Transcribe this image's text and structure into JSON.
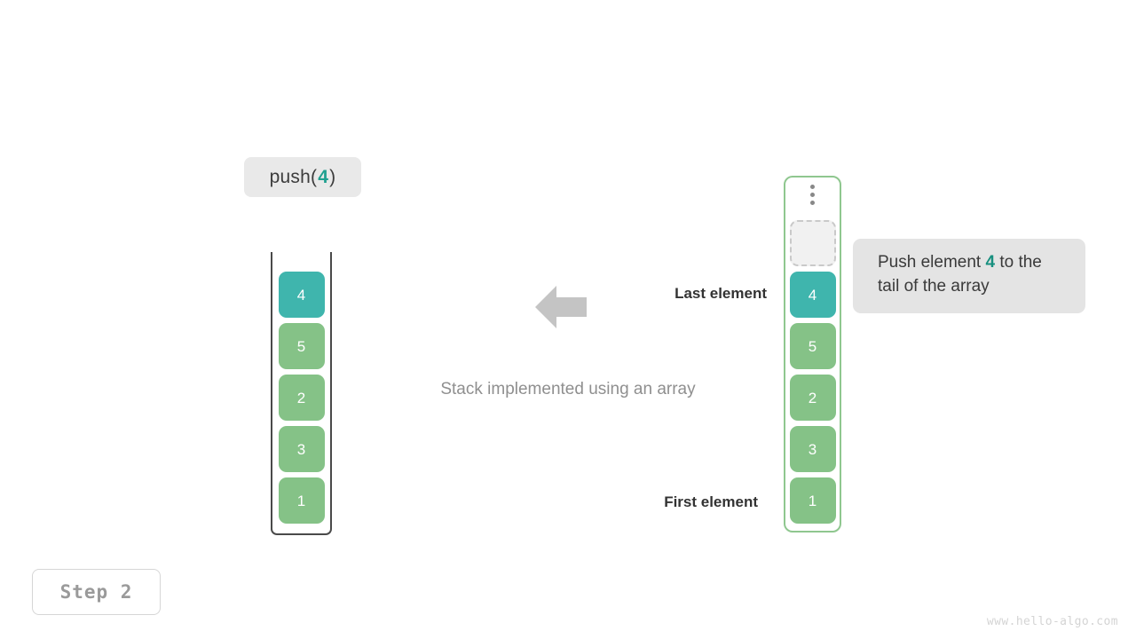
{
  "operation": {
    "name": "push",
    "open_paren": "(",
    "arg": "4",
    "close_paren": ")"
  },
  "stack": {
    "label": "Stack implemented using an array",
    "items": [
      {
        "value": "4",
        "style": "teal"
      },
      {
        "value": "5",
        "style": "green"
      },
      {
        "value": "2",
        "style": "green"
      },
      {
        "value": "3",
        "style": "green"
      },
      {
        "value": "1",
        "style": "green"
      }
    ]
  },
  "annotations": {
    "last_element": "Last element",
    "first_element": "First element",
    "arrow_direction": "left"
  },
  "array": {
    "overflow_icon": "vertical-ellipsis",
    "empty_slot_value": "",
    "items": [
      {
        "value": "4",
        "style": "teal"
      },
      {
        "value": "5",
        "style": "green"
      },
      {
        "value": "2",
        "style": "green"
      },
      {
        "value": "3",
        "style": "green"
      },
      {
        "value": "1",
        "style": "green"
      }
    ]
  },
  "tooltip": {
    "text_before": "Push element ",
    "highlight": "4",
    "text_after": " to the tail of the array"
  },
  "step": {
    "label": "Step  2"
  },
  "watermark": {
    "text": "www.hello-algo.com"
  },
  "colors": {
    "teal": "#3fb5ad",
    "green": "#85c287",
    "accent_text": "#20a090",
    "tooltip_bg": "#e4e4e4",
    "badge_bg": "#e9e9e9",
    "arrow": "#c4c4c4",
    "array_border": "#8fc78f",
    "stack_border": "#4a4a4a",
    "caption_text": "#8f8f8f"
  }
}
